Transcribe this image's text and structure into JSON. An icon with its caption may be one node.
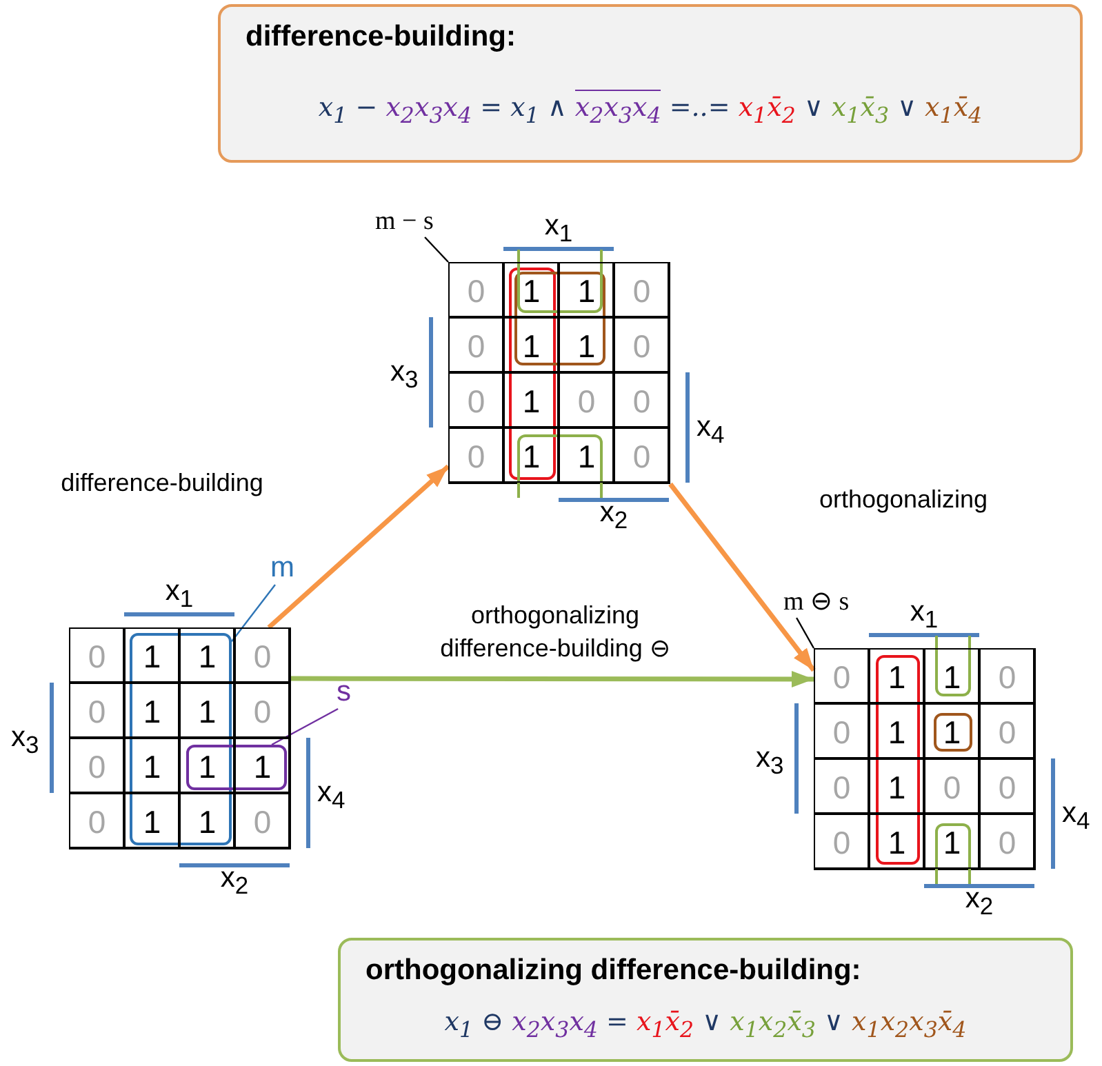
{
  "diagram": {
    "nodes": [
      {
        "text": [
          "difference-building:",
          "x$_{1}$ − x$_{2}$x$_{3}$x$_{4}$ = x$_{1}$ ∧ x$_{2}$x$_{3}$x$_{4}$ =..= x$_{1}$x̄$_{2}$ ∨ x$_{1}$x̄$_{3}$ ∨ x$_{1}$x̄$_{4}$"
        ]
      },
      {
        "text": [
          "m − s"
        ]
      },
      {
        "text": [],
        "shape": "table",
        "beside": [
          "x$_{1}$",
          "x$_{3}$",
          "x$_{4}$",
          "x$_{2}$"
        ]
      },
      {
        "text": [
          "m"
        ]
      },
      {
        "text": [
          "m ⊖ s"
        ]
      },
      {
        "text": [],
        "shape": "table",
        "beside": [
          "x$_{1}$",
          "x$_{3}$",
          "x$_{4}$",
          "x$_{2}$"
        ]
      },
      {
        "text": [],
        "shape": "box",
        "in": 5
      },
      {
        "text": [
          "s"
        ]
      },
      {
        "text": [],
        "shape": "box",
        "in": 5
      },
      {
        "text": [],
        "shape": "table",
        "beside": [
          "x$_{1}$",
          "x$_{3}$",
          "x$_{4}$",
          "x$_{2}$"
        ]
      },
      {
        "text": [
          "orthogonalizing difference-building:",
          "x$_{1}$ ⊖ x$_{2}$x$_{3}$x$_{4}$ = x$_{1}$x̄$_{2}$ ∨ x$_{1}$x$_{2}$x̄$_{3}$ ∨ x$_{1}$x$_{2}$x$_{3}$x̄$_{4}$"
        ]
      }
    ],
    "edges": [
      {
        "from": 1,
        "to": 2,
        "arrow": "none",
        "color": "#000000"
      },
      {
        "from": 3,
        "to": 6,
        "arrow": "none",
        "color": "#2e75b6"
      },
      {
        "from": 7,
        "to": 8,
        "arrow": "none",
        "color": "#7030a0"
      },
      {
        "from": 4,
        "to": 9,
        "arrow": "none",
        "color": "#000000"
      },
      {
        "from": 5,
        "to": 2,
        "arrow": "to",
        "label": "difference-building",
        "style": "thick",
        "color": "#f79646"
      },
      {
        "from": 2,
        "to": 9,
        "arrow": "to",
        "label": "orthogonalizing",
        "style": "thick",
        "color": "#f79646"
      },
      {
        "from": 5,
        "to": 9,
        "arrow": "to",
        "label": "orthogonalizing difference-building ⊖",
        "style": "thick",
        "color": "#9bbb59"
      }
    ],
    "labels": [
      "0",
      "1",
      "1",
      "0",
      "0",
      "1",
      "1",
      "0",
      "0",
      "1",
      "0",
      "0",
      "0",
      "1",
      "1",
      "0",
      "0",
      "1",
      "1",
      "0",
      "0",
      "1",
      "1",
      "0",
      "0",
      "1",
      "1",
      "1",
      "0",
      "1",
      "1",
      "0",
      "0",
      "1",
      "1",
      "0",
      "0",
      "1",
      "1",
      "0",
      "0",
      "1",
      "0",
      "0",
      "0",
      "1",
      "1",
      "0"
    ]
  }
}
